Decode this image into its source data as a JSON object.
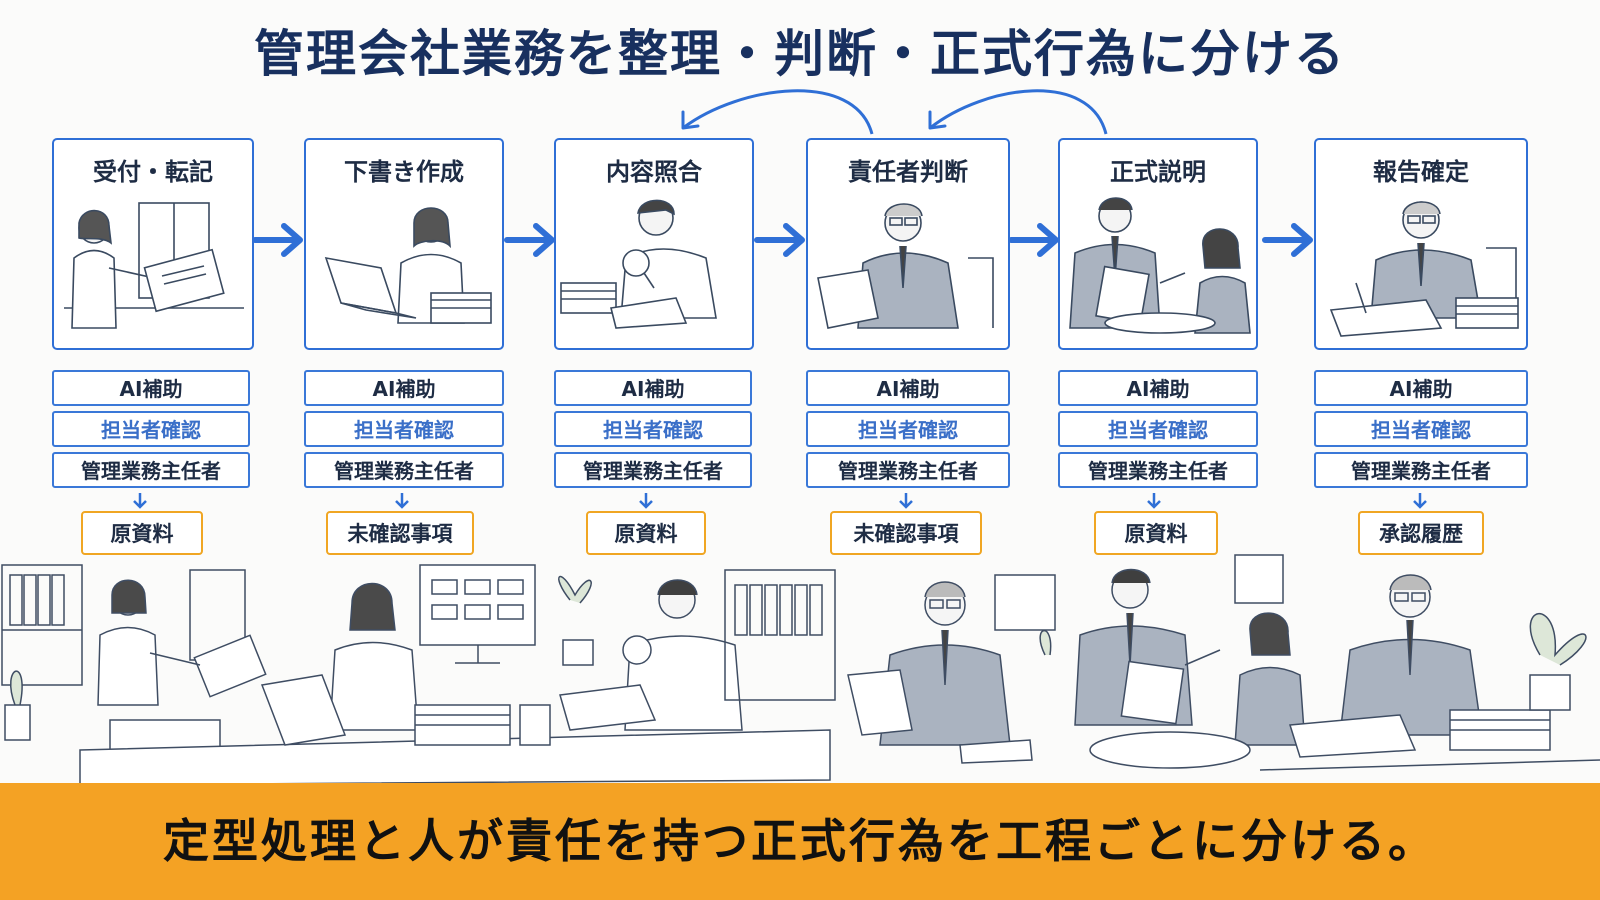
{
  "title": "管理会社業務を整理・判断・正式行為に分ける",
  "colors": {
    "frame": "#2f6fd6",
    "output_border": "#f0a623",
    "footer_bg": "#f4a224",
    "title": "#18305f"
  },
  "steps": [
    {
      "title": "受付・転記",
      "ai": "AI補助",
      "staff": "担当者確認",
      "manager": "管理業務主任者",
      "output": "原資料"
    },
    {
      "title": "下書き作成",
      "ai": "AI補助",
      "staff": "担当者確認",
      "manager": "管理業務主任者",
      "output": "未確認事項"
    },
    {
      "title": "内容照合",
      "ai": "AI補助",
      "staff": "担当者確認",
      "manager": "管理業務主任者",
      "output": "原資料"
    },
    {
      "title": "責任者判断",
      "ai": "AI補助",
      "staff": "担当者確認",
      "manager": "管理業務主任者",
      "output": "未確認事項"
    },
    {
      "title": "正式説明",
      "ai": "AI補助",
      "staff": "担当者確認",
      "manager": "管理業務主任者",
      "output": "原資料"
    },
    {
      "title": "報告確定",
      "ai": "AI補助",
      "staff": "担当者確認",
      "manager": "管理業務主任者",
      "output": "承認履歴"
    }
  ],
  "footer": "定型処理と人が責任を持つ正式行為を工程ごとに分ける。"
}
